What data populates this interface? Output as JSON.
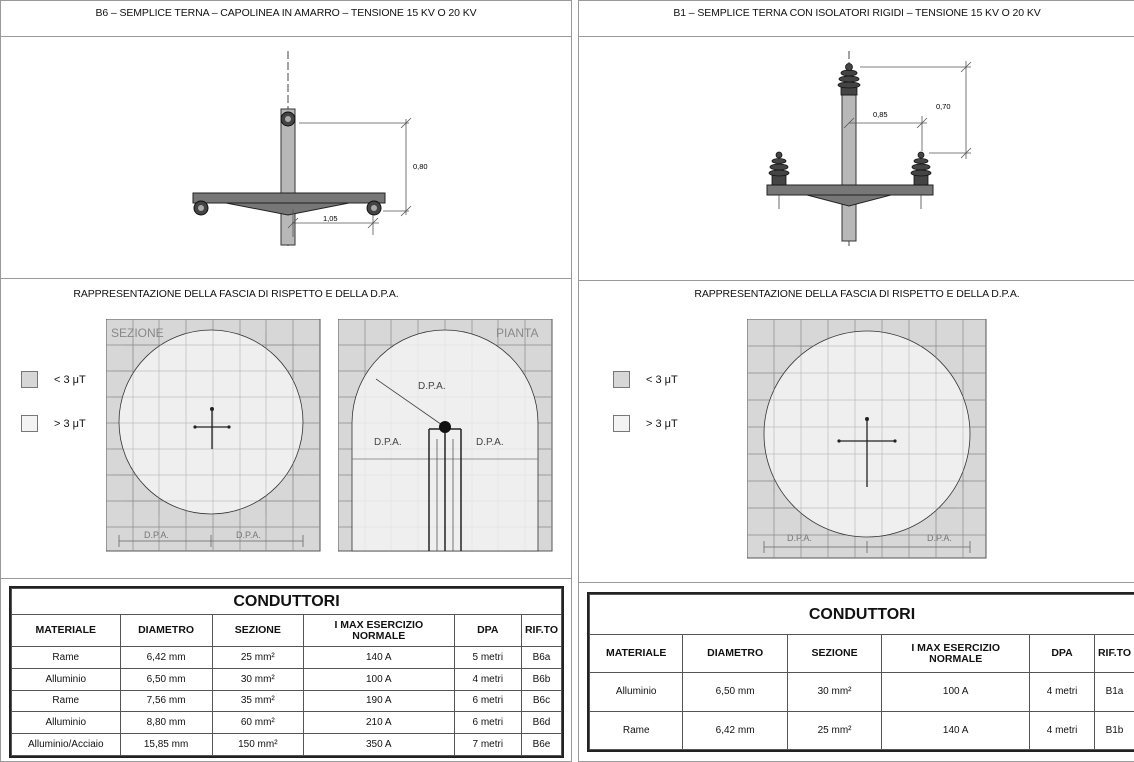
{
  "left": {
    "top_title": "B6 – SEMPLICE TERNA – CAPOLINEA IN AMARRO – TENSIONE 15 KV O 20 KV",
    "dim_vertical": "0,80",
    "dim_horizontal": "1,05",
    "section_title": "RAPPRESENTAZIONE DELLA FASCIA DI RISPETTO E DELLA D.P.A.",
    "legend": [
      {
        "label": "< 3 μT",
        "color": "#d7d7d7"
      },
      {
        "label": "> 3 μT",
        "color": "#f3f3f3"
      }
    ],
    "sezione_label": "SEZIONE",
    "pianta_label": "PIANTA",
    "dpa_label": "D.P.A.",
    "table": {
      "title": "CONDUTTORI",
      "headers": [
        "MATERIALE",
        "DIAMETRO",
        "SEZIONE",
        "I MAX ESERCIZIO NORMALE",
        "DPA",
        "RIF.TO"
      ],
      "rows": [
        [
          "Rame",
          "6,42 mm",
          "25 mm²",
          "140 A",
          "5 metri",
          "B6a"
        ],
        [
          "Alluminio",
          "6,50 mm",
          "30 mm²",
          "100 A",
          "4 metri",
          "B6b"
        ],
        [
          "Rame",
          "7,56 mm",
          "35 mm²",
          "190 A",
          "6 metri",
          "B6c"
        ],
        [
          "Alluminio",
          "8,80 mm",
          "60 mm²",
          "210 A",
          "6 metri",
          "B6d"
        ],
        [
          "Alluminio/Acciaio",
          "15,85 mm",
          "150 mm²",
          "350 A",
          "7 metri",
          "B6e"
        ]
      ]
    }
  },
  "right": {
    "top_title": "B1 – SEMPLICE TERNA CON ISOLATORI RIGIDI – TENSIONE 15 KV O 20 KV",
    "dim_horizontal": "0,85",
    "dim_vertical": "0,70",
    "section_title": "RAPPRESENTAZIONE DELLA FASCIA DI RISPETTO E DELLA D.P.A.",
    "legend": [
      {
        "label": "< 3 μT",
        "color": "#d7d7d7"
      },
      {
        "label": "> 3 μT",
        "color": "#f3f3f3"
      }
    ],
    "dpa_label": "D.P.A.",
    "table": {
      "title": "CONDUTTORI",
      "headers": [
        "MATERIALE",
        "DIAMETRO",
        "SEZIONE",
        "I MAX ESERCIZIO NORMALE",
        "DPA",
        "RIF.TO"
      ],
      "rows": [
        [
          "Alluminio",
          "6,50 mm",
          "30 mm²",
          "100 A",
          "4 metri",
          "B1a"
        ],
        [
          "Rame",
          "6,42 mm",
          "25 mm²",
          "140 A",
          "4 metri",
          "B1b"
        ]
      ]
    }
  }
}
